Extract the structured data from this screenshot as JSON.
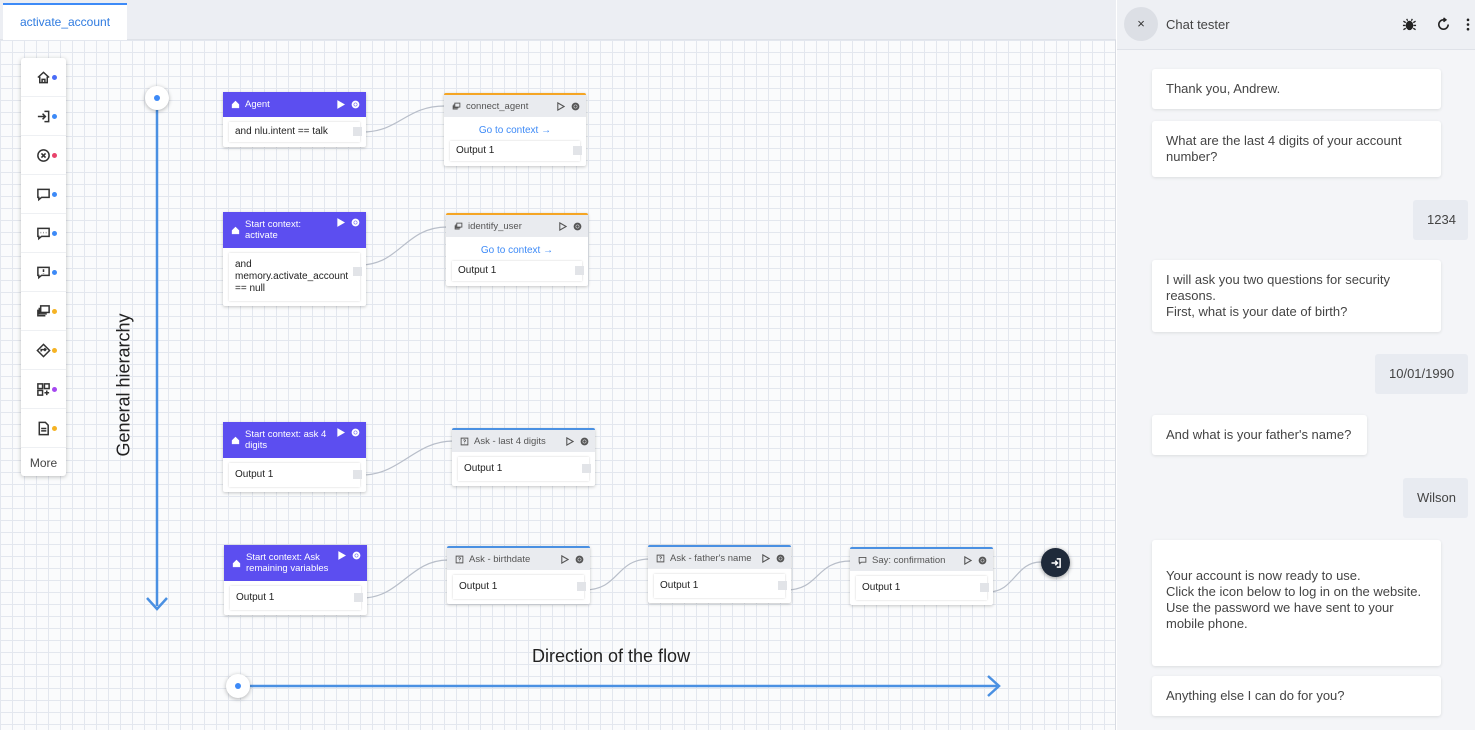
{
  "tab": {
    "label": "activate_account"
  },
  "palette": {
    "items": [
      {
        "icon": "home-icon",
        "dot": "#4a6cf7"
      },
      {
        "icon": "enter-icon",
        "dot": "#3d8af7"
      },
      {
        "icon": "close-circle-icon",
        "dot": "#e8436b"
      },
      {
        "icon": "message-icon",
        "dot": "#3d8af7"
      },
      {
        "icon": "message-dots-icon",
        "dot": "#3d8af7"
      },
      {
        "icon": "message-alert-icon",
        "dot": "#3d8af7"
      },
      {
        "icon": "layers-icon",
        "dot": "#f5b324"
      },
      {
        "icon": "diamond-icon",
        "dot": "#f5b324"
      },
      {
        "icon": "grid-plus-icon",
        "dot": "#a548f0"
      },
      {
        "icon": "document-icon",
        "dot": "#f5b324"
      }
    ],
    "more_label": "More"
  },
  "labels": {
    "hierarchy": "General hierarchy",
    "flow": "Direction of the flow"
  },
  "nodes": {
    "agent": {
      "title": "Agent",
      "row": "and nlu.intent == talk"
    },
    "connect_agent": {
      "title": "connect_agent",
      "link": "Go to context",
      "row": "Output 1"
    },
    "start_activate": {
      "title": "Start context: activate",
      "row": "and memory.activate_account == null"
    },
    "identify_user": {
      "title": "identify_user",
      "link": "Go to context",
      "row": "Output 1"
    },
    "start_ask4": {
      "title": "Start context: ask 4 digits",
      "row": "Output 1"
    },
    "ask_last4": {
      "title": "Ask - last 4 digits",
      "row": "Output 1"
    },
    "start_remaining": {
      "title": "Start context: Ask remaining variables",
      "row": "Output 1"
    },
    "ask_birthdate": {
      "title": "Ask - birthdate",
      "row": "Output 1"
    },
    "ask_father": {
      "title": "Ask - father's name",
      "row": "Output 1"
    },
    "say_confirm": {
      "title": "Say: confirmation",
      "row": "Output 1"
    }
  },
  "chat": {
    "title": "Chat tester",
    "close": "×",
    "messages": [
      {
        "from": "bot",
        "text": "Thank you, Andrew."
      },
      {
        "from": "bot",
        "text": "What are the last 4 digits of your account number?"
      },
      {
        "from": "user",
        "text": "1234"
      },
      {
        "from": "bot",
        "text": "I will ask you two questions for security reasons.\nFirst, what is your date of birth?"
      },
      {
        "from": "user",
        "text": "10/01/1990"
      },
      {
        "from": "bot",
        "text": "And what is your father's name?"
      },
      {
        "from": "user",
        "text": "Wilson"
      },
      {
        "from": "bot",
        "text": "Your account is now ready to use.\nClick the icon below to log in on the website.\nUse the password we have sent to your mobile phone."
      },
      {
        "from": "bot",
        "text": "Anything else I can do for you?"
      }
    ]
  },
  "colors": {
    "trigger": "#5c4ef0",
    "accent": "#3d8af7",
    "exit": "#1f2a3a"
  }
}
